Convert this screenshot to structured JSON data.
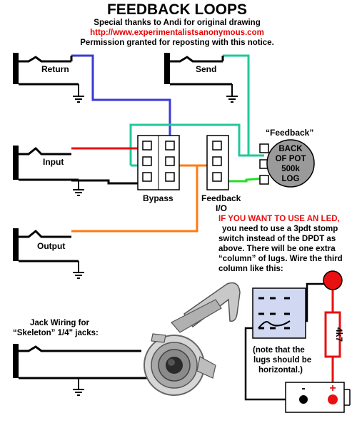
{
  "header": {
    "title": "FEEDBACK LOOPS",
    "credit": "Special thanks to Andi for original drawing",
    "url": "http://www.experimentalistsanonymous.com",
    "permission": "Permission granted for reposting with this notice."
  },
  "jacks": {
    "return": "Return",
    "send": "Send",
    "input": "Input",
    "output": "Output"
  },
  "switches": {
    "bypass": "Bypass",
    "feedback_io_line1": "Feedback",
    "feedback_io_line2": "I/O"
  },
  "pot": {
    "label": "“Feedback”",
    "line1": "BACK",
    "line2": "OF POT",
    "line3": "500k",
    "line4": "LOG"
  },
  "led_note": {
    "line1": "IF YOU WANT TO USE AN LED,",
    "line2": "you need to use a 3pdt stomp",
    "line3": "switch instead of the DPDT as",
    "line4": "above.  There will be one extra",
    "line5": "“column” of lugs.  Wire the third",
    "line6": "column like this:"
  },
  "lug_note": {
    "line1": "(note that the",
    "line2": "lugs should be",
    "line3": "horizontal.)"
  },
  "resistor": "4k7",
  "battery": {
    "minus": "-",
    "plus": "+"
  },
  "jack_wiring": {
    "line1": "Jack Wiring for",
    "line2": "“Skeleton” 1/4\" jacks:"
  },
  "colors": {
    "blue": "#3a3ad6",
    "teal": "#22c89a",
    "red": "#e81010",
    "orange": "#ff7a10",
    "green": "#22dd22",
    "black": "#000000",
    "url_red": "#e80000",
    "pot_grey": "#9a9a9a",
    "switch_blue": "#d0d8f2"
  }
}
